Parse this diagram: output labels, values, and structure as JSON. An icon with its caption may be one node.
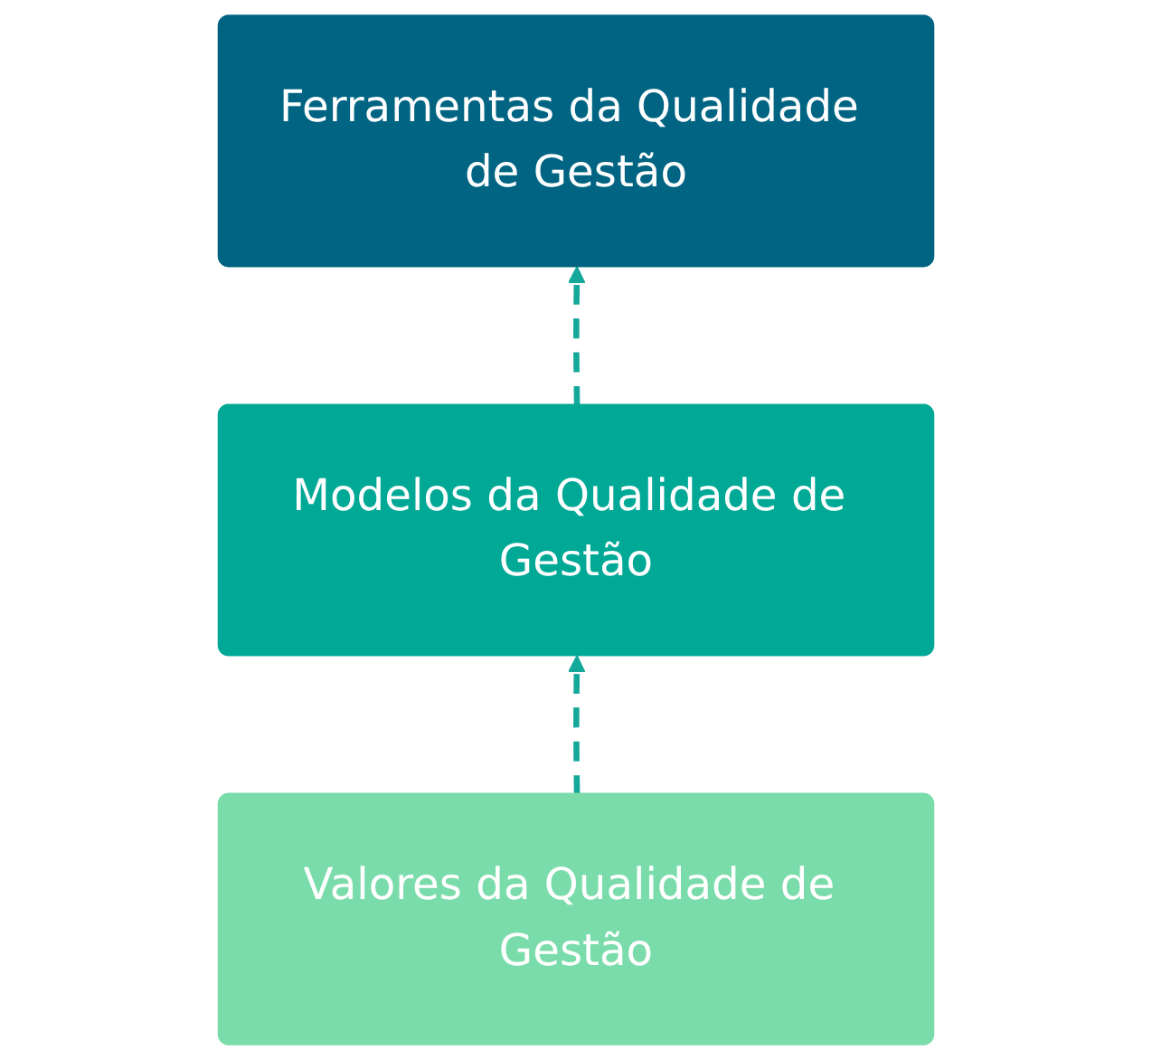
{
  "diagram": {
    "nodes": [
      {
        "text": [
          "Ferramentas da Qualidade de Gestão"
        ]
      },
      {
        "text": [
          "Modelos da Qualidade de Gestão"
        ]
      },
      {
        "text": [
          "Valores da Qualidade de Gestão"
        ]
      }
    ],
    "edges": [
      {
        "from": 1,
        "to": 0,
        "arrow": "to",
        "style": "dashed"
      },
      {
        "from": 2,
        "to": 1,
        "arrow": "to",
        "style": "dashed"
      }
    ]
  }
}
